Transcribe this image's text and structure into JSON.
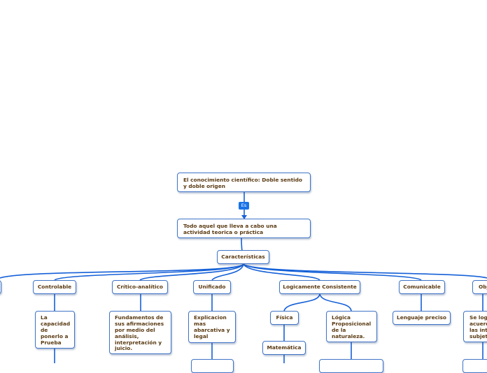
{
  "root": {
    "text": "El conocimiento científico: Doble sentido y doble origen"
  },
  "link_label": "Es",
  "definition": {
    "text": "Todo aquel que lleva a cabo una actividad teorica o práctica"
  },
  "characteristics": {
    "text": "Características"
  },
  "branches": [
    {
      "label": "Controlable",
      "detail": "La capacidad de ponerlo a Prueba"
    },
    {
      "label": "Crítico-analítico",
      "detail": "Fundamentos de sus afirmaciones por medio del análisis, interpretación y juicio."
    },
    {
      "label": "Unificado",
      "detail": "Explicacion mas abarcativa y legal"
    },
    {
      "label": "Logicamente Consistente",
      "sub": [
        {
          "label": "Física"
        },
        {
          "label": "Lógica Proposicional de la naturaleza."
        },
        {
          "label": "Matemática"
        }
      ]
    },
    {
      "label": "Comunicable",
      "detail": "Lenguaje preciso"
    },
    {
      "label": "Obj",
      "detail": "Se log acuerd las int subjet"
    }
  ],
  "colors": {
    "line": "#1560d8",
    "border": "#3f74c6",
    "text": "#5a3a12",
    "tag": "#1a73e8"
  }
}
